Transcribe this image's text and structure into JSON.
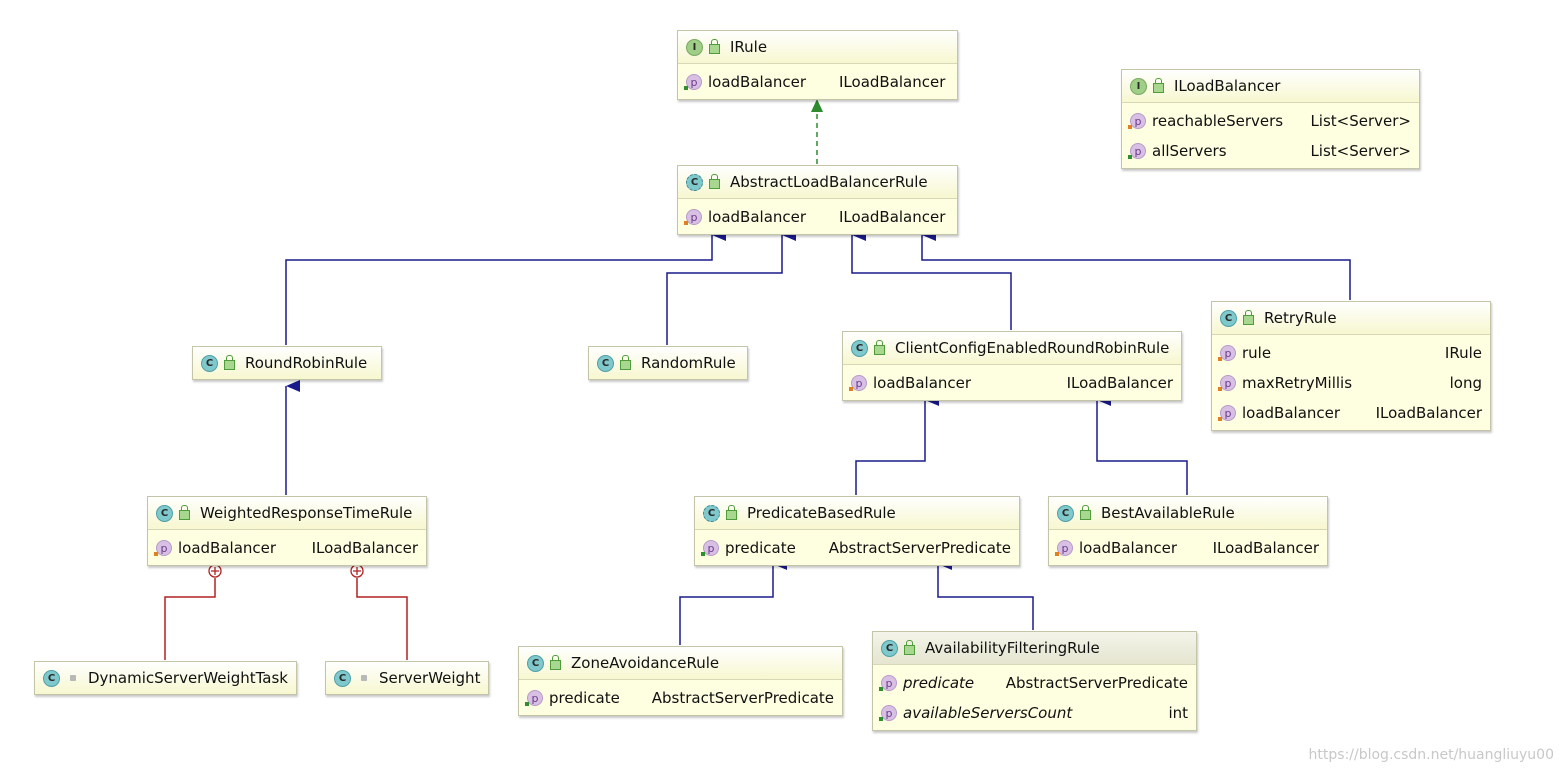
{
  "nodes": {
    "irule": {
      "name": "IRule",
      "icon": "I",
      "fields": [
        {
          "name": "loadBalancer",
          "type": "ILoadBalancer"
        }
      ]
    },
    "iloadbalancer": {
      "name": "ILoadBalancer",
      "icon": "I",
      "fields": [
        {
          "name": "reachableServers",
          "type": "List<Server>"
        },
        {
          "name": "allServers",
          "type": "List<Server>"
        }
      ]
    },
    "abstract_rule": {
      "name": "AbstractLoadBalancerRule",
      "icon": "C",
      "fields": [
        {
          "name": "loadBalancer",
          "type": "ILoadBalancer"
        }
      ]
    },
    "round_robin": {
      "name": "RoundRobinRule",
      "icon": "C"
    },
    "random": {
      "name": "RandomRule",
      "icon": "C"
    },
    "client_config": {
      "name": "ClientConfigEnabledRoundRobinRule",
      "icon": "C",
      "fields": [
        {
          "name": "loadBalancer",
          "type": "ILoadBalancer"
        }
      ]
    },
    "retry": {
      "name": "RetryRule",
      "icon": "C",
      "fields": [
        {
          "name": "rule",
          "type": "IRule"
        },
        {
          "name": "maxRetryMillis",
          "type": "long"
        },
        {
          "name": "loadBalancer",
          "type": "ILoadBalancer"
        }
      ]
    },
    "weighted": {
      "name": "WeightedResponseTimeRule",
      "icon": "C",
      "fields": [
        {
          "name": "loadBalancer",
          "type": "ILoadBalancer"
        }
      ]
    },
    "predicate_based": {
      "name": "PredicateBasedRule",
      "icon": "C",
      "fields": [
        {
          "name": "predicate",
          "type": "AbstractServerPredicate"
        }
      ]
    },
    "best_available": {
      "name": "BestAvailableRule",
      "icon": "C",
      "fields": [
        {
          "name": "loadBalancer",
          "type": "ILoadBalancer"
        }
      ]
    },
    "dynamic_task": {
      "name": "DynamicServerWeightTask",
      "icon": "C"
    },
    "server_weight": {
      "name": "ServerWeight",
      "icon": "C"
    },
    "zone_avoidance": {
      "name": "ZoneAvoidanceRule",
      "icon": "C",
      "fields": [
        {
          "name": "predicate",
          "type": "AbstractServerPredicate"
        }
      ]
    },
    "availability": {
      "name": "AvailabilityFilteringRule",
      "icon": "C",
      "fields": [
        {
          "name": "predicate",
          "type": "AbstractServerPredicate"
        },
        {
          "name": "availableServersCount",
          "type": "int"
        }
      ]
    }
  },
  "colors": {
    "inheritance": "#1a1a8c",
    "implements": "#2e8b2e",
    "inner": "#b22222",
    "box_fill": "#fefee0"
  },
  "watermark": "https://blog.csdn.net/huangliuyu00"
}
